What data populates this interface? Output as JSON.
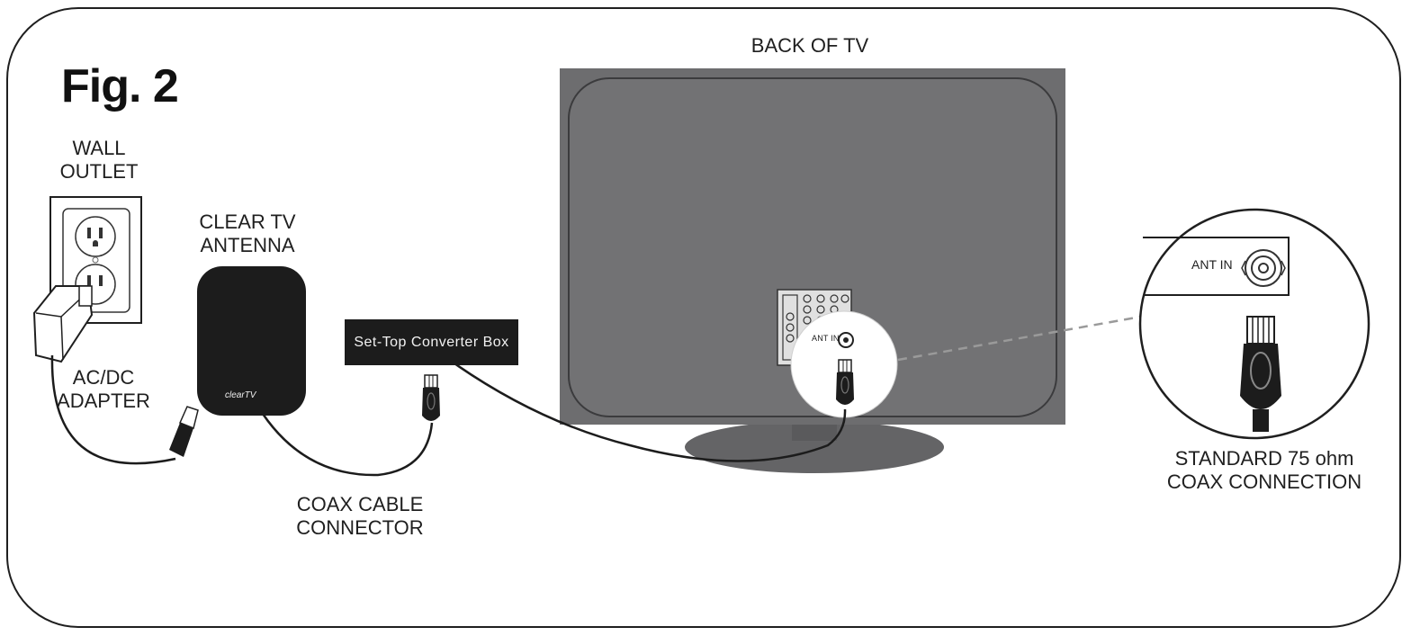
{
  "figure": {
    "title": "Fig. 2"
  },
  "labels": {
    "back_of_tv": "BACK OF TV",
    "wall_outlet": "WALL\nOUTLET",
    "clear_tv_antenna": "CLEAR TV\nANTENNA",
    "ac_dc_adapter": "AC/DC\nADAPTER",
    "coax_cable_connector": "COAX CABLE\nCONNECTOR",
    "standard_coax": "STANDARD 75 ohm\nCOAX CONNECTION",
    "set_top_box": "Set-Top Converter Box",
    "ant_in_panel": "ANT IN",
    "ant_in_zoom": "ANT IN",
    "antenna_brand": "clearTV"
  },
  "colors": {
    "frame": "#1f1f1f",
    "tv_body": "#6d6d6f",
    "tv_screen": "#727274",
    "tv_stand": "#646466",
    "device_black": "#1c1c1c",
    "zoom_line": "#9a9a9a"
  }
}
